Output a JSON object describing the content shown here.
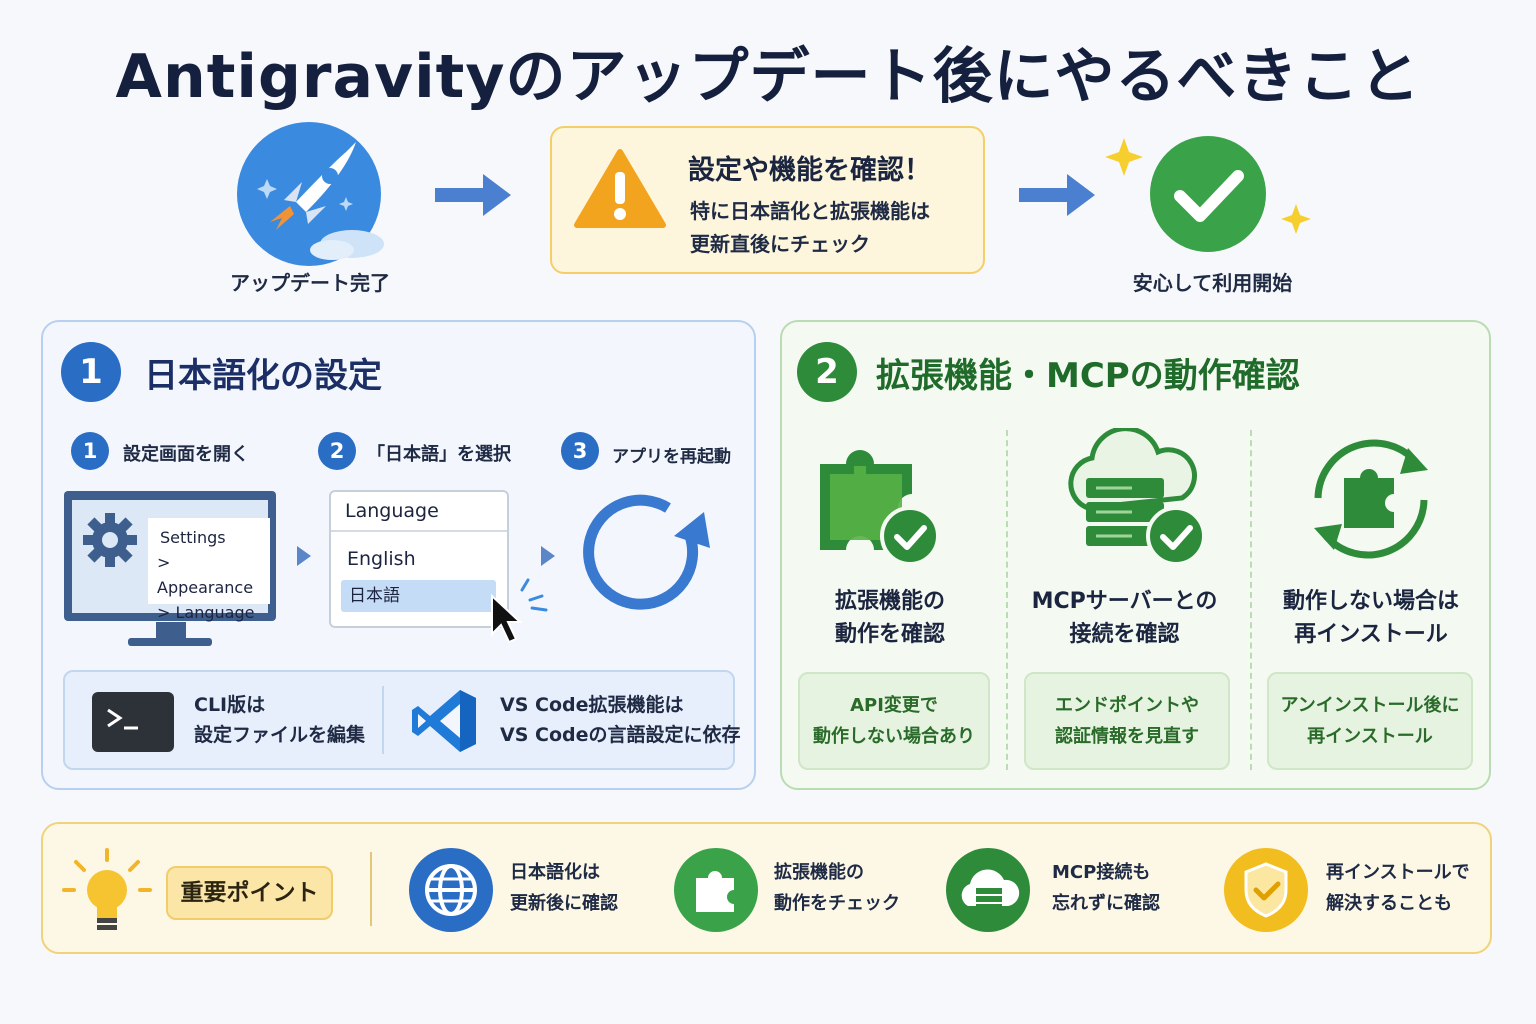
{
  "title": "Antigravityのアップデート後にやるべきこと",
  "flow": {
    "step1_label": "アップデート完了",
    "warning_title": "設定や機能を確認！",
    "warning_line1": "特に日本語化と拡張機能は",
    "warning_line2": "更新直後にチェック",
    "step3_label": "安心して利用開始"
  },
  "section1": {
    "number": "1",
    "title": "日本語化の設定",
    "steps": [
      {
        "number": "1",
        "label": "設定画面を開く"
      },
      {
        "number": "2",
        "label": "「日本語」を選択"
      },
      {
        "number": "3",
        "label": "アプリを再起動"
      }
    ],
    "menu": {
      "line1": "Settings",
      "line2": "> Appearance",
      "line3": "> Language"
    },
    "language_dialog": {
      "header": "Language",
      "option1": "English",
      "option2": "日本語"
    },
    "notes": {
      "cli_line1": "CLI版は",
      "cli_line2": "設定ファイルを編集",
      "vscode_line1": "VS Code拡張機能は",
      "vscode_line2": "VS Codeの言語設定に依存"
    },
    "colors": {
      "accent": "#2a6dc4"
    }
  },
  "section2": {
    "number": "2",
    "title": "拡張機能・MCPの動作確認",
    "features": [
      {
        "line1": "拡張機能の",
        "line2": "動作を確認",
        "note1": "API変更で",
        "note2": "動作しない場合あり"
      },
      {
        "line1": "MCPサーバーとの",
        "line2": "接続を確認",
        "note1": "エンドポイントや",
        "note2": "認証情報を見直す"
      },
      {
        "line1": "動作しない場合は",
        "line2": "再インストール",
        "note1": "アンインストール後に",
        "note2": "再インストール"
      }
    ],
    "colors": {
      "accent": "#2e8b3a"
    }
  },
  "key_points": {
    "badge": "重要ポイント",
    "items": [
      {
        "line1": "日本語化は",
        "line2": "更新後に確認",
        "icon": "globe-icon"
      },
      {
        "line1": "拡張機能の",
        "line2": "動作をチェック",
        "icon": "puzzle-icon"
      },
      {
        "line1": "MCP接続も",
        "line2": "忘れずに確認",
        "icon": "cloud-server-icon"
      },
      {
        "line1": "再インストールで",
        "line2": "解決することも",
        "icon": "shield-check-icon"
      }
    ]
  }
}
